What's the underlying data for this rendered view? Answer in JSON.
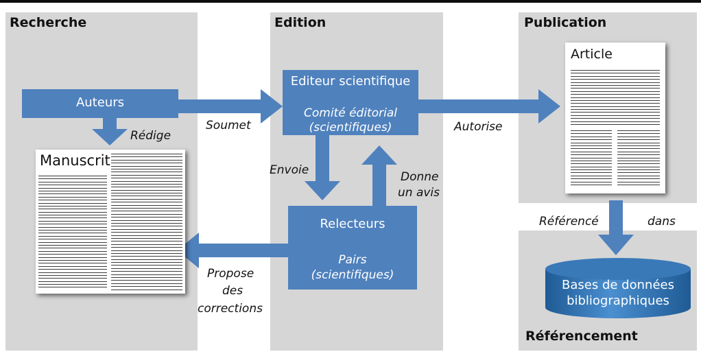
{
  "sections": {
    "research": "Recherche",
    "editing": "Edition",
    "publication": "Publication",
    "indexing": "Référencement"
  },
  "nodes": {
    "authors": "Auteurs",
    "editor": "Editeur scientifique",
    "committee": [
      "Comité éditorial",
      "(scientifiques)"
    ],
    "reviewers": "Relecteurs",
    "peers": [
      "Pairs",
      "(scientifiques)"
    ],
    "manuscript": "Manuscrit",
    "article": "Article",
    "databases": [
      "Bases de données",
      "bibliographiques"
    ]
  },
  "edges": {
    "writes": "Rédige",
    "submits": "Soumet",
    "authorizes": "Autorise",
    "sends": "Envoie",
    "gives_opinion": [
      "Donne",
      "un avis"
    ],
    "proposes": [
      "Propose",
      "des",
      "corrections"
    ],
    "indexed": "Référencé",
    "in": "dans"
  },
  "colors": {
    "panel": "#d6d6d6",
    "box": "#4f81bd",
    "arrow": "#4f81bd",
    "cylinder": "#2f6ca8"
  }
}
